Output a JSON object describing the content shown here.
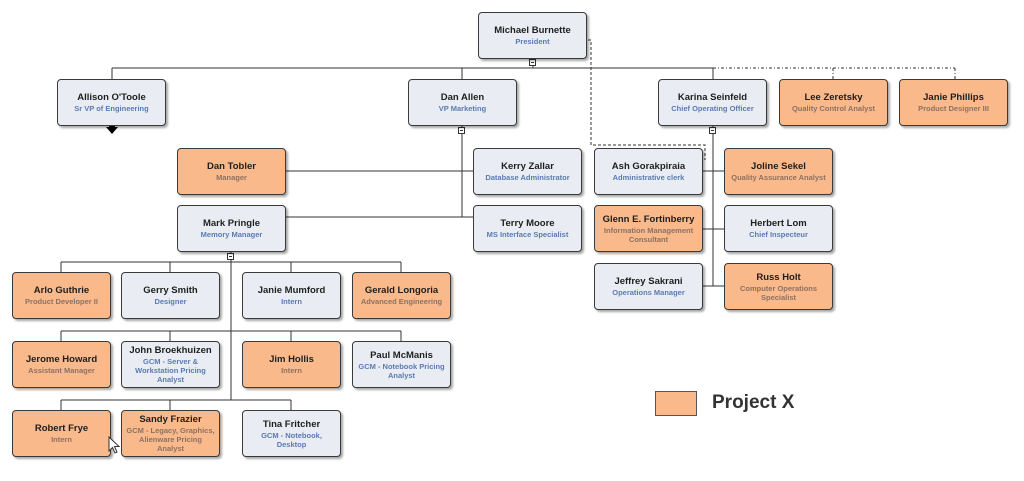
{
  "nodes": [
    {
      "name": "Michael Burnette",
      "title": "President",
      "project_x": false
    },
    {
      "name": "Allison O'Toole",
      "title": "Sr VP of Engineering",
      "project_x": false
    },
    {
      "name": "Dan Allen",
      "title": "VP Marketing",
      "project_x": false
    },
    {
      "name": "Karina Seinfeld",
      "title": "Chief Operating Officer",
      "project_x": false
    },
    {
      "name": "Lee Zeretsky",
      "title": "Quality Control Analyst",
      "project_x": true
    },
    {
      "name": "Janie Phillips",
      "title": "Product Designer III",
      "project_x": true
    },
    {
      "name": "Dan Tobler",
      "title": "Manager",
      "project_x": true
    },
    {
      "name": "Kerry Zallar",
      "title": "Database Administrator",
      "project_x": false
    },
    {
      "name": "Mark Pringle",
      "title": "Memory Manager",
      "project_x": false
    },
    {
      "name": "Terry Moore",
      "title": "MS Interface Specialist",
      "project_x": false
    },
    {
      "name": "Ash Gorakpiraia",
      "title": "Administrative clerk",
      "project_x": false
    },
    {
      "name": "Joline Sekel",
      "title": "Quality Assurance Analyst",
      "project_x": true
    },
    {
      "name": "Glenn E. Fortinberry",
      "title": "Information Management Consultant",
      "project_x": true
    },
    {
      "name": "Herbert Lom",
      "title": "Chief Inspecteur",
      "project_x": false
    },
    {
      "name": "Jeffrey Sakrani",
      "title": "Operations Manager",
      "project_x": false
    },
    {
      "name": "Russ Holt",
      "title": "Computer Operations Specialist",
      "project_x": true
    },
    {
      "name": "Arlo Guthrie",
      "title": "Product Developer II",
      "project_x": true
    },
    {
      "name": "Gerry Smith",
      "title": "Designer",
      "project_x": false
    },
    {
      "name": "Janie Mumford",
      "title": "Intern",
      "project_x": false
    },
    {
      "name": "Gerald Longoria",
      "title": "Advanced Engineering",
      "project_x": true
    },
    {
      "name": "Jerome Howard",
      "title": "Assistant Manager",
      "project_x": true
    },
    {
      "name": "John Broekhuizen",
      "title": "GCM - Server & Workstation Pricing Analyst",
      "project_x": false
    },
    {
      "name": "Jim Hollis",
      "title": "Intern",
      "project_x": true
    },
    {
      "name": "Paul McManis",
      "title": "GCM - Notebook Pricing Analyst",
      "project_x": false
    },
    {
      "name": "Robert Frye",
      "title": "Intern",
      "project_x": true
    },
    {
      "name": "Sandy Frazier",
      "title": "GCM - Legacy, Graphics, Alienware Pricing Analyst",
      "project_x": true
    },
    {
      "name": "Tina Fritcher",
      "title": "GCM - Notebook, Desktop",
      "project_x": false
    }
  ],
  "legend": {
    "label": "Project X",
    "color": "#f9b98a"
  },
  "colors": {
    "project_x": "#f9b98a",
    "default": "#e9edf3",
    "title_text": "#5a7bb0"
  }
}
